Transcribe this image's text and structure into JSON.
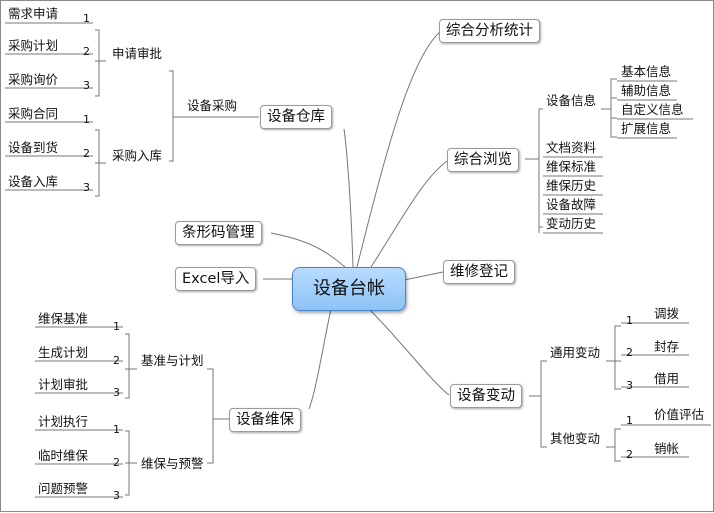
{
  "center": "设备台帐",
  "purchase": {
    "title": "设备仓库",
    "label": "设备采购",
    "apply": {
      "title": "申请审批",
      "items": [
        {
          "num": "1",
          "label": "需求申请"
        },
        {
          "num": "2",
          "label": "采购计划"
        },
        {
          "num": "3",
          "label": "采购询价"
        }
      ]
    },
    "inbound": {
      "title": "采购入库",
      "items": [
        {
          "num": "1",
          "label": "采购合同"
        },
        {
          "num": "2",
          "label": "设备到货"
        },
        {
          "num": "3",
          "label": "设备入库"
        }
      ]
    }
  },
  "barcode": "条形码管理",
  "excel": "Excel导入",
  "maintenance": {
    "title": "设备维保",
    "plan": {
      "title": "基准与计划",
      "items": [
        {
          "num": "1",
          "label": "维保基准"
        },
        {
          "num": "2",
          "label": "生成计划"
        },
        {
          "num": "3",
          "label": "计划审批"
        }
      ]
    },
    "warning": {
      "title": "维保与预警",
      "items": [
        {
          "num": "1",
          "label": "计划执行"
        },
        {
          "num": "2",
          "label": "临时维保"
        },
        {
          "num": "3",
          "label": "问题预警"
        }
      ]
    }
  },
  "stats": "综合分析统计",
  "browse": {
    "title": "综合浏览",
    "info": {
      "title": "设备信息",
      "items": [
        "基本信息",
        "辅助信息",
        "自定义信息",
        "扩展信息"
      ]
    },
    "items": [
      "文档资料",
      "维保标准",
      "维保历史",
      "设备故障",
      "变动历史"
    ]
  },
  "repair": "维修登记",
  "change": {
    "title": "设备变动",
    "common": {
      "title": "通用变动",
      "items": [
        {
          "num": "1",
          "label": "调拨"
        },
        {
          "num": "2",
          "label": "封存"
        },
        {
          "num": "3",
          "label": "借用"
        }
      ]
    },
    "other": {
      "title": "其他变动",
      "items": [
        {
          "num": "1",
          "label": "价值评估"
        },
        {
          "num": "2",
          "label": "销帐"
        }
      ]
    }
  }
}
